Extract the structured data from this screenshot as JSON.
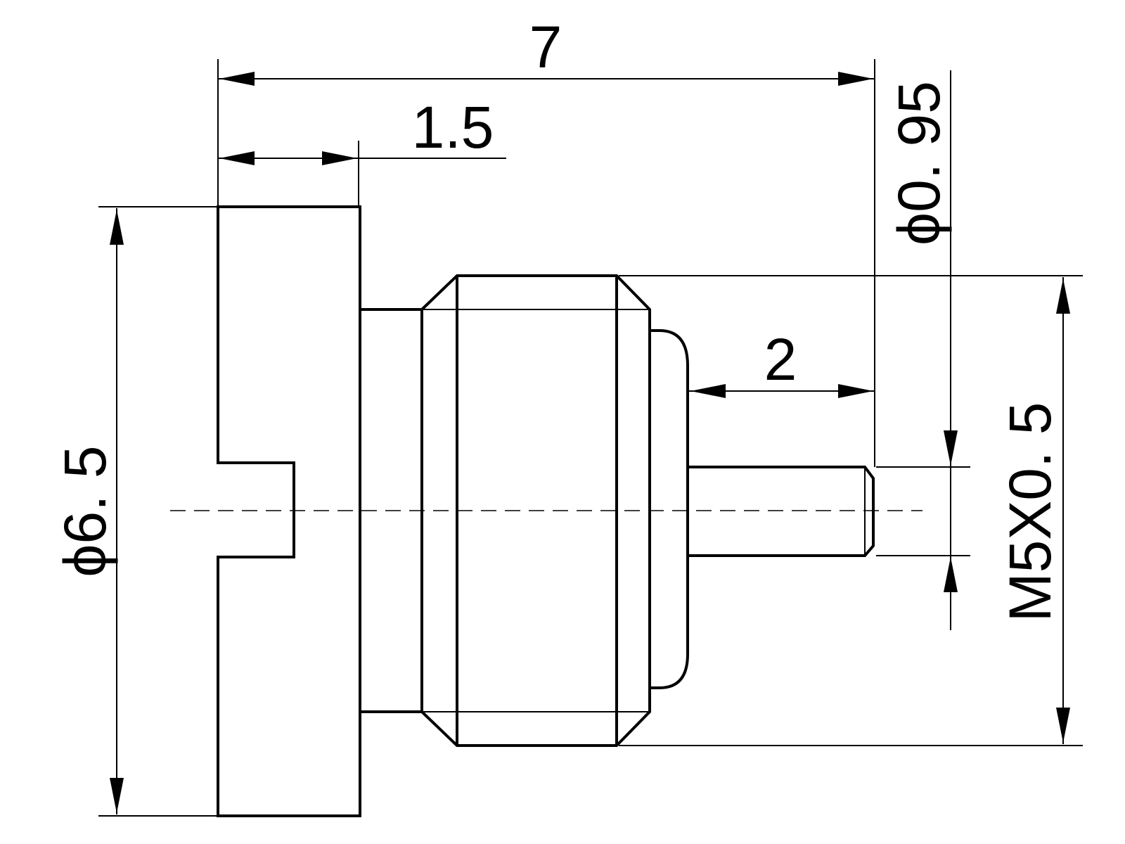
{
  "drawing": {
    "dimensions": {
      "overall_length": "7",
      "head_thickness": "1.5",
      "pin_diameter": "ϕ0. 95",
      "pin_length": "2",
      "head_diameter": "ϕ6. 5",
      "thread": "M5X0. 5"
    }
  }
}
